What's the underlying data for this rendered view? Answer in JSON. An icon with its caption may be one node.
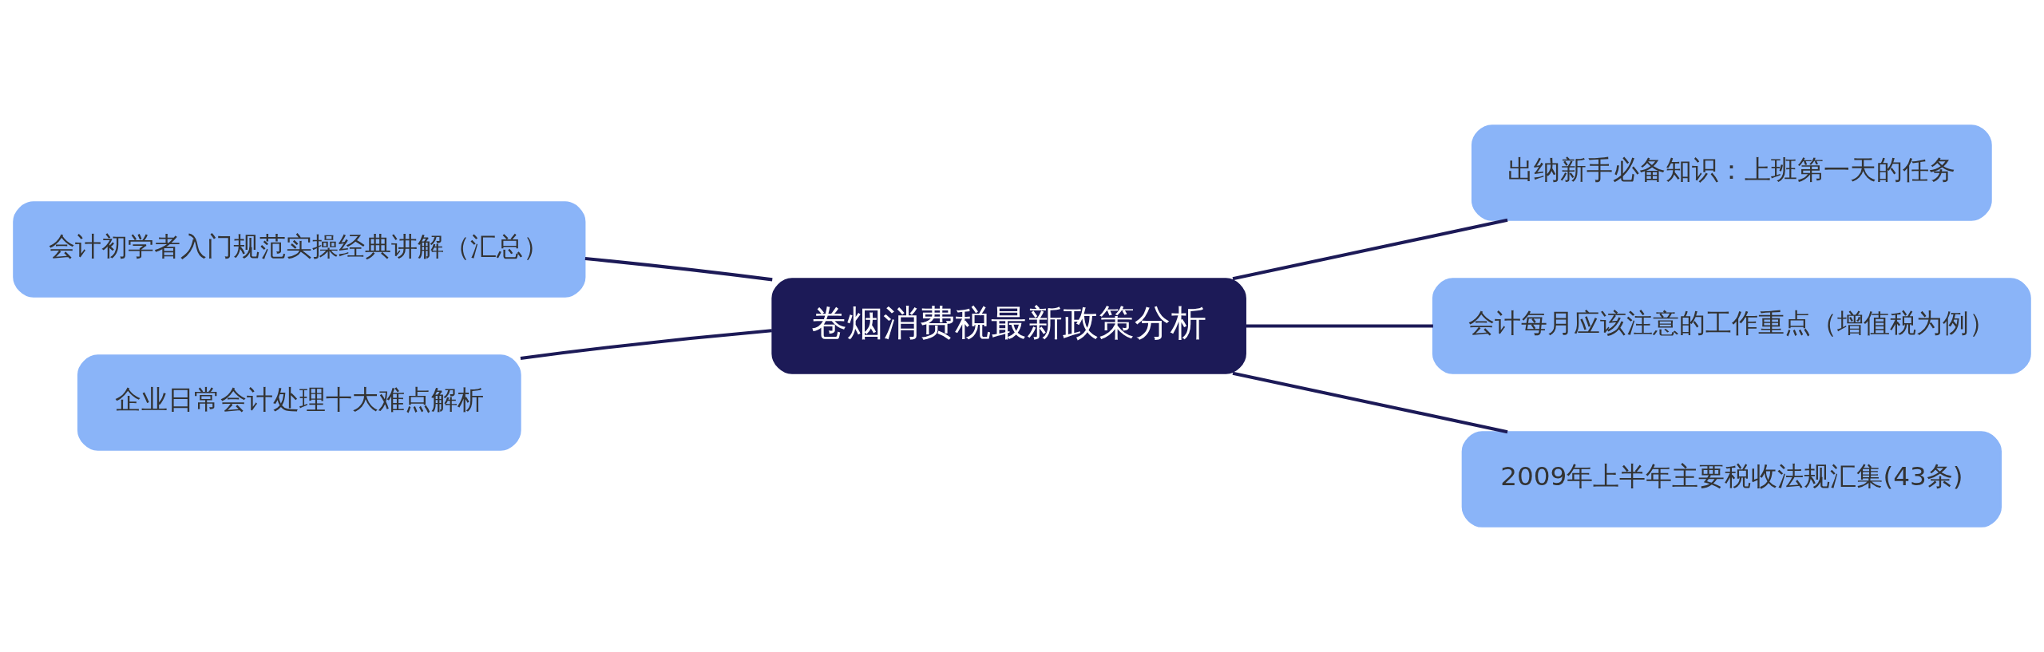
{
  "diagram": {
    "nodes": [
      {
        "text": [
          "卷烟消费税最新政策分析"
        ]
      },
      {
        "text": [
          "会计初学者入门规范实操经典讲解（汇总）"
        ]
      },
      {
        "text": [
          "企业日常会计处理十大难点解析"
        ]
      },
      {
        "text": [
          "出纳新手必备知识：上班第一天的任务"
        ]
      },
      {
        "text": [
          "会计每月应该注意的工作重点（增值税为例）"
        ]
      },
      {
        "text": [
          "2009年上半年主要税收法规汇集(43条)"
        ]
      }
    ],
    "edges": [
      {
        "from": 0,
        "to": 1,
        "arrow": "none"
      },
      {
        "from": 0,
        "to": 2,
        "arrow": "none"
      },
      {
        "from": 0,
        "to": 3,
        "arrow": "none"
      },
      {
        "from": 0,
        "to": 4,
        "arrow": "none"
      },
      {
        "from": 0,
        "to": 5,
        "arrow": "none"
      }
    ]
  }
}
